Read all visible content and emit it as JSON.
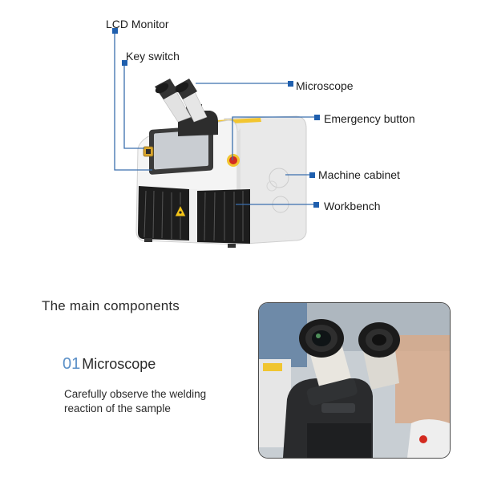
{
  "labels": {
    "lcd_monitor": "LCD Monitor",
    "key_switch": "Key switch",
    "microscope": "Microscope",
    "emergency_button": "Emergency button",
    "machine_cabinet": "Machine cabinet",
    "workbench": "Workbench"
  },
  "section": {
    "title": "The main components"
  },
  "component": {
    "number": "01",
    "name": "Microscope",
    "description": "Carefully observe the welding reaction of the sample"
  },
  "colors": {
    "accent": "#5a8fc7",
    "callout_line": "#3b6fae",
    "machine_body": "#f2f2f2",
    "emergency_red": "#d32a1f",
    "warning_yellow": "#f5c518"
  },
  "icons": {
    "warning": "laser-warning-icon",
    "emergency": "emergency-stop-icon"
  }
}
